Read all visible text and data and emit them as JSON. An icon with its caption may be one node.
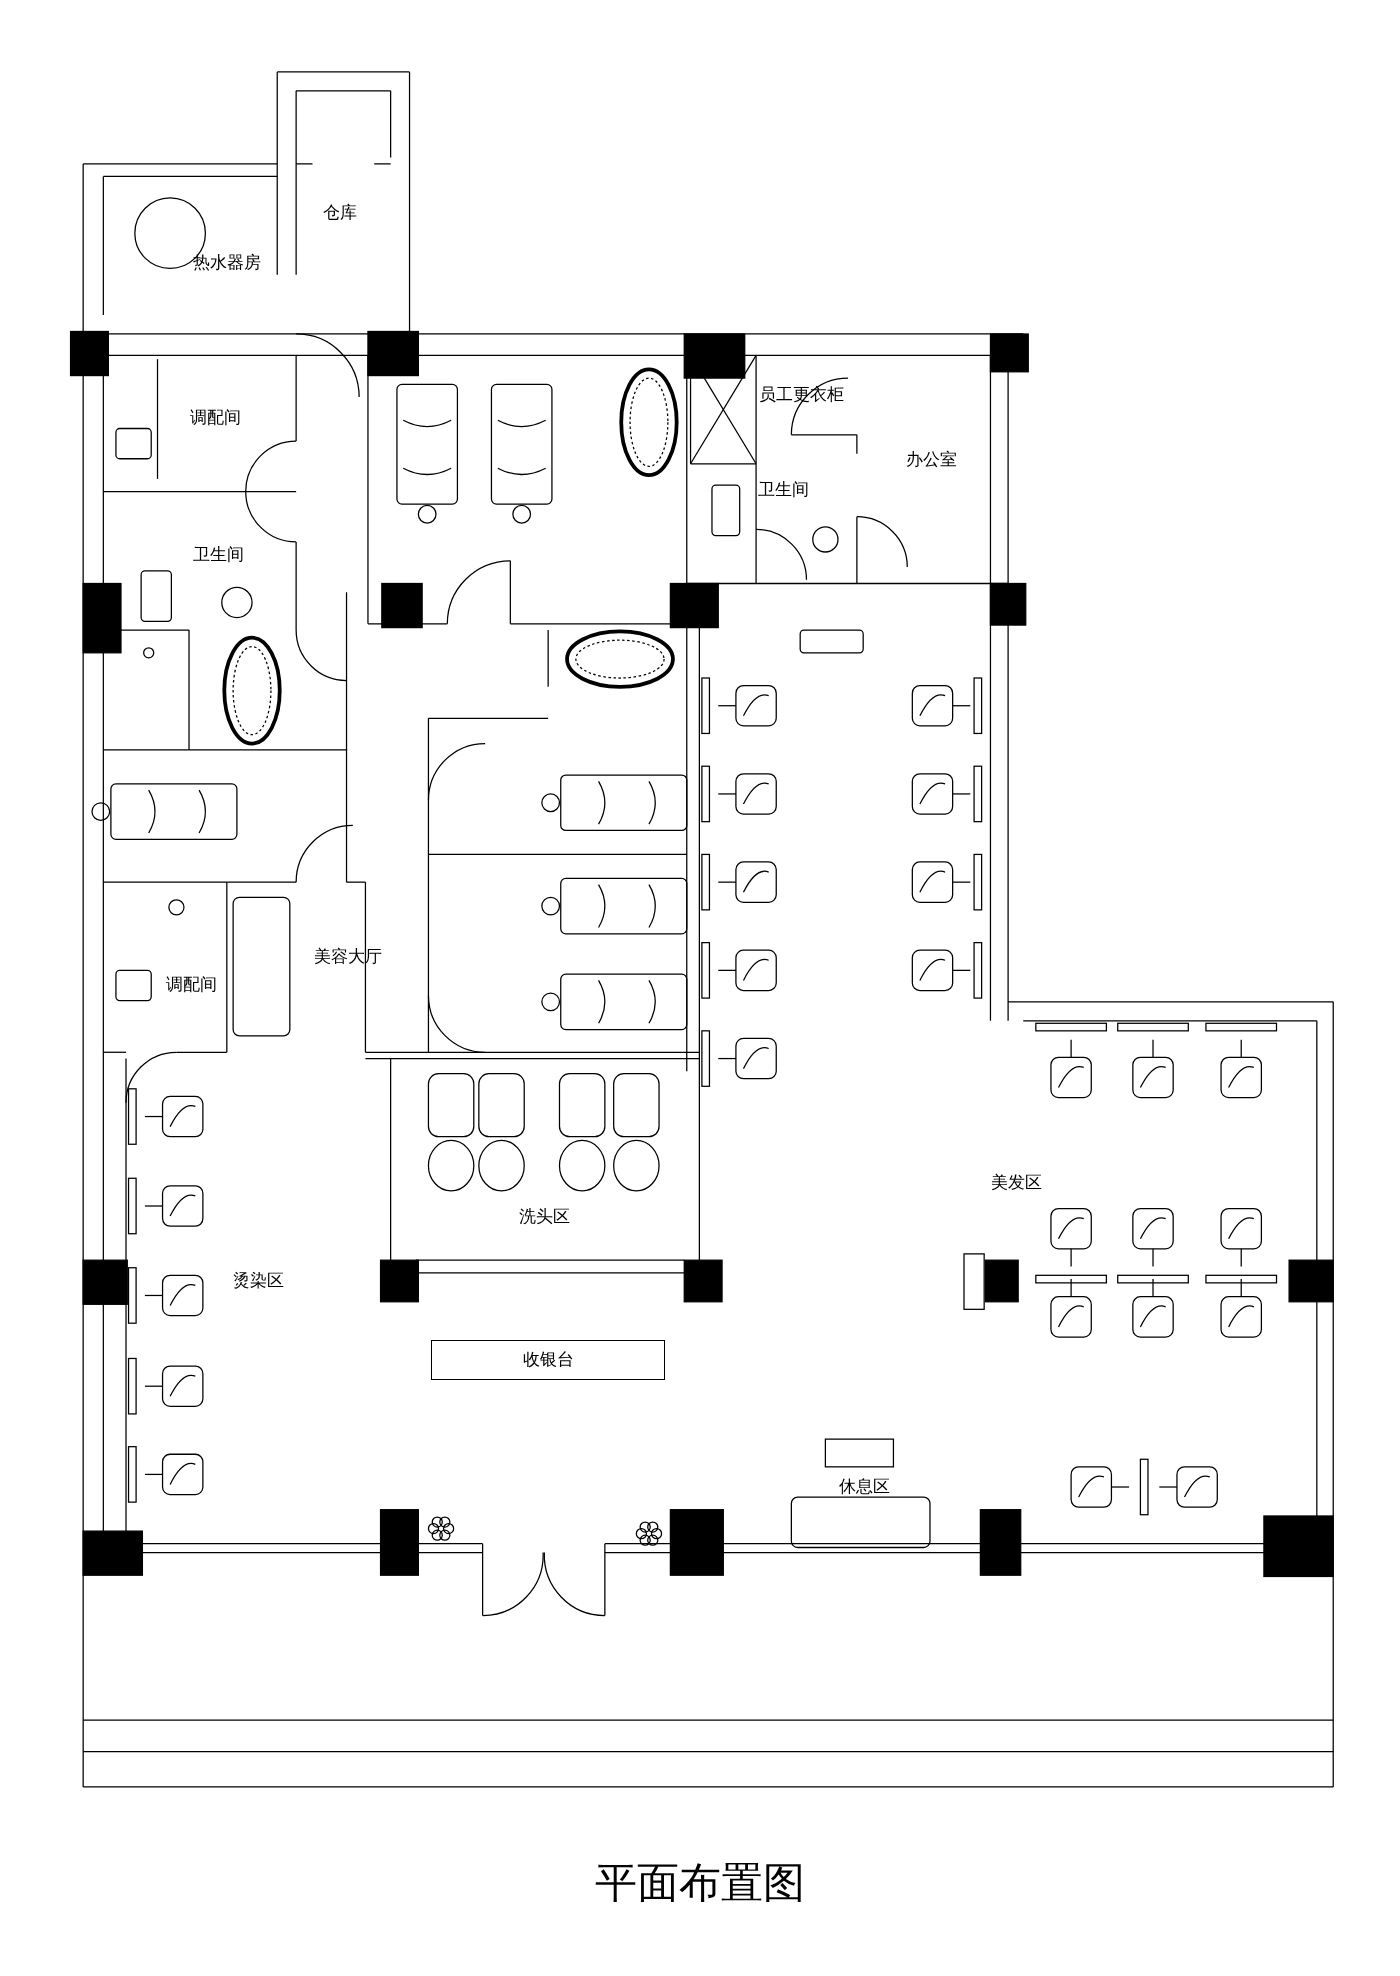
{
  "diagram": {
    "title": "平面布置图",
    "nodes": [
      {
        "text": [
          "收银台"
        ]
      }
    ],
    "labels": [
      "仓库",
      "热水器房",
      "调配间",
      "员工更衣柜",
      "办公室",
      "卫生间",
      "卫生间",
      "美容大厅",
      "调配间",
      "洗头区",
      "烫染区",
      "美发区",
      "休息区"
    ]
  }
}
